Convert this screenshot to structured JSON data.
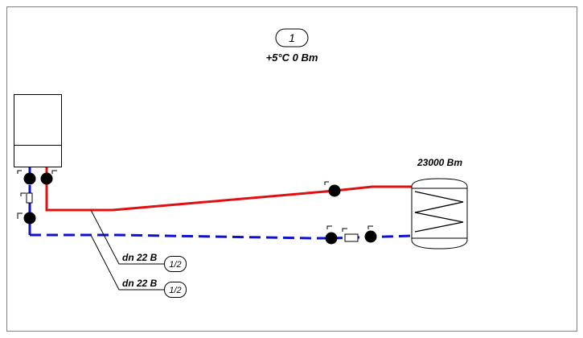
{
  "zone": {
    "number": "1",
    "condition": "+5°C 0 Bm"
  },
  "tank": {
    "power": "23000 Bm"
  },
  "pipes": [
    {
      "label": "dn 22 B",
      "fraction": "1/2"
    },
    {
      "label": "dn 22 B",
      "fraction": "1/2"
    }
  ],
  "colors": {
    "supply": "#e01010",
    "return": "#1010d0",
    "frame": "#808080"
  }
}
